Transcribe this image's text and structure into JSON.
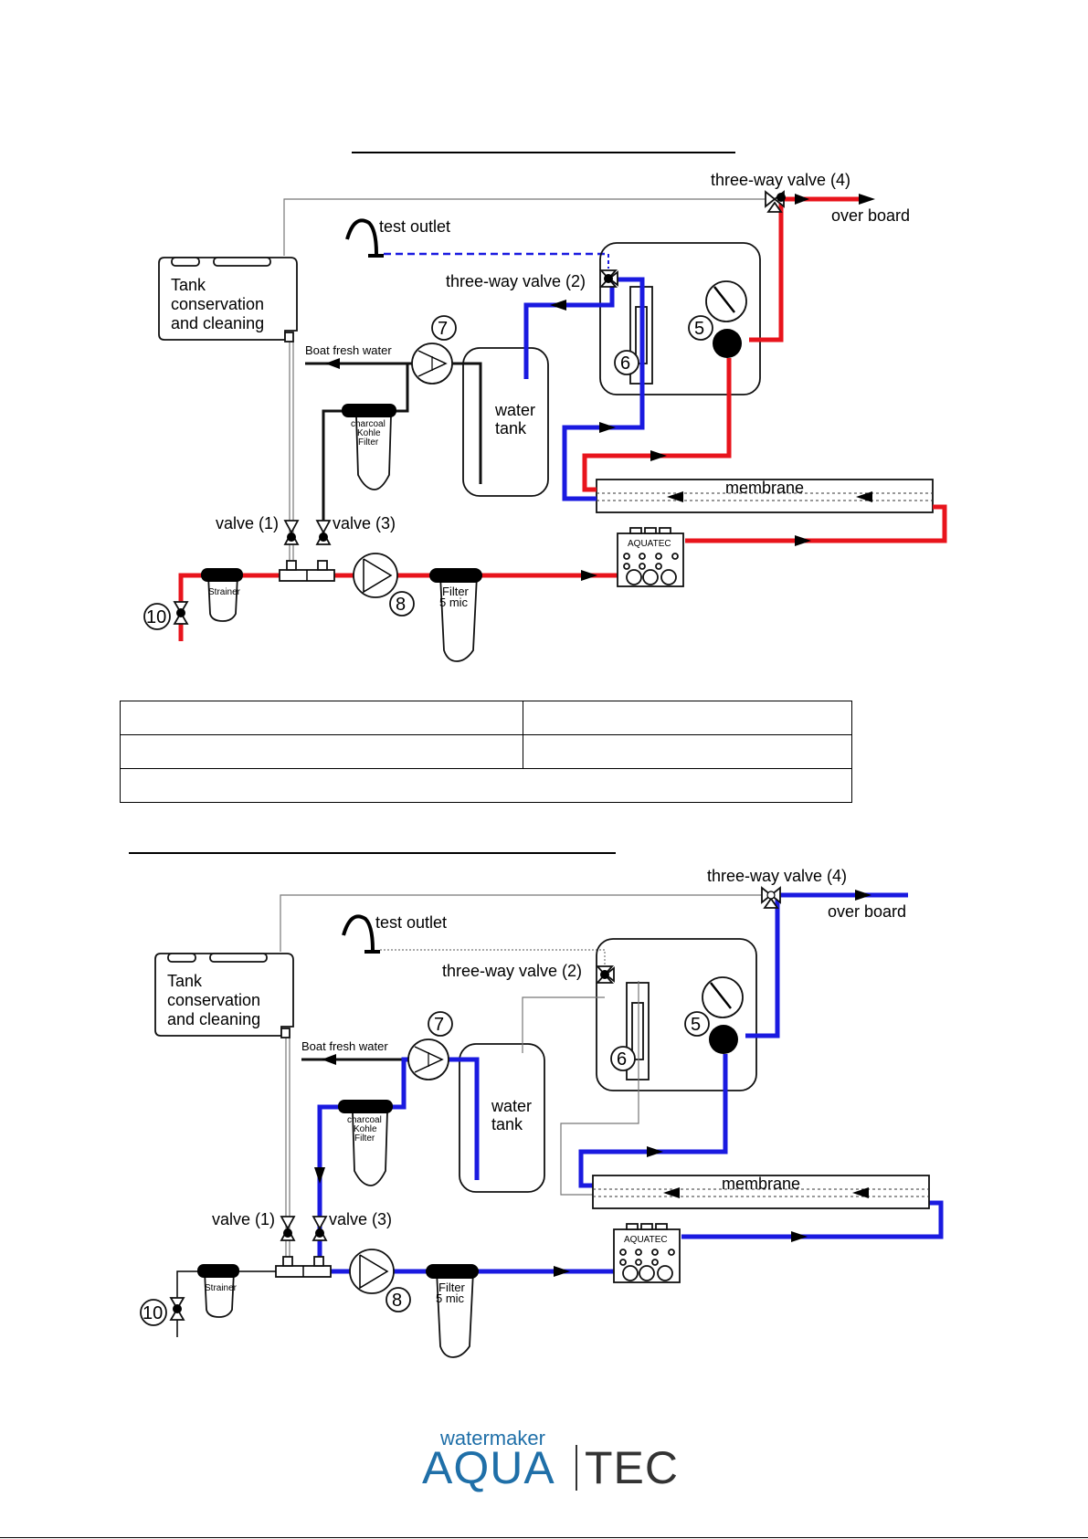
{
  "diagram1": {
    "labels": {
      "three_way_valve_4": "three-way valve (4)",
      "over_board": "over board",
      "test_outlet": "test outlet",
      "three_way_valve_2": "three-way valve (2)",
      "tank_line1": "Tank",
      "tank_line2": "conservation",
      "tank_line3": "and cleaning",
      "boat_fresh_water": "Boat fresh water",
      "water_tank_line1": "water",
      "water_tank_line2": "tank",
      "charcoal_line1": "charcoal",
      "charcoal_line2": "Kohle",
      "charcoal_line3": "Filter",
      "membrane": "membrane",
      "aquatec": "AQUATEC",
      "valve_1": "valve (1)",
      "valve_3": "valve (3)",
      "strainer": "Strainer",
      "filter_line1": "Filter",
      "filter_line2": "5 mic",
      "n5": "5",
      "n6": "6",
      "n7": "7",
      "n8": "8",
      "n10": "10"
    }
  },
  "diagram2": {
    "labels": {
      "three_way_valve_4": "three-way valve (4)",
      "over_board": "over board",
      "test_outlet": "test outlet",
      "three_way_valve_2": "three-way valve (2)",
      "tank_line1": "Tank",
      "tank_line2": "conservation",
      "tank_line3": "and cleaning",
      "boat_fresh_water": "Boat fresh water",
      "water_tank_line1": "water",
      "water_tank_line2": "tank",
      "charcoal_line1": "charcoal",
      "charcoal_line2": "Kohle",
      "charcoal_line3": "Filter",
      "membrane": "membrane",
      "aquatec": "AQUATEC",
      "valve_1": "valve (1)",
      "valve_3": "valve (3)",
      "strainer": "Strainer",
      "filter_line1": "Filter",
      "filter_line2": "5 mic",
      "n5": "5",
      "n6": "6",
      "n7": "7",
      "n8": "8",
      "n10": "10"
    }
  },
  "logo": {
    "small": "watermaker",
    "big": "AQUA",
    "tec": "TEC"
  },
  "colors": {
    "seawater": "#e8141c",
    "fresh_water": "#1a1ae0",
    "logo_blue": "#1f6fa8"
  }
}
